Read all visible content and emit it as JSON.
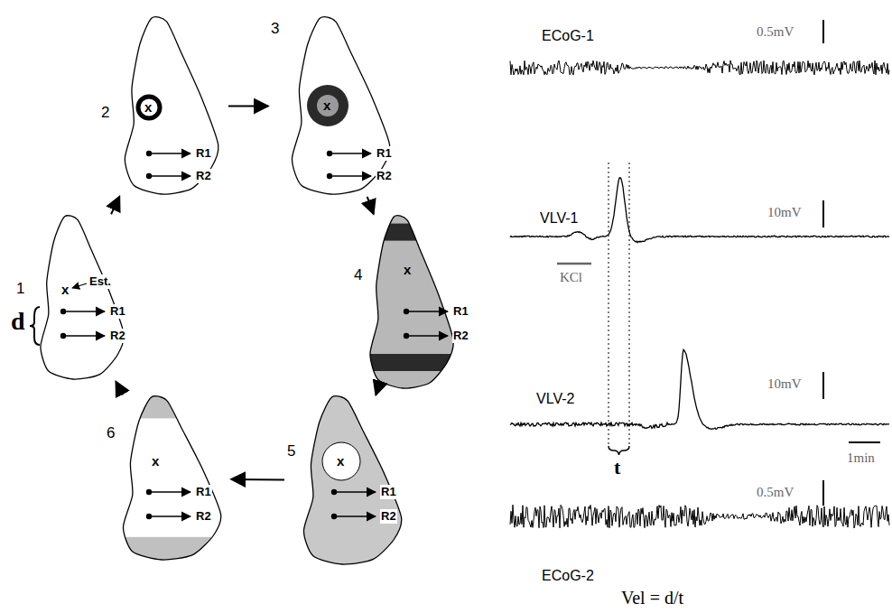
{
  "diagram": {
    "nodes": [
      {
        "text": [
          "1",
          "x"
        ]
      },
      {
        "text": [
          "2",
          "x"
        ]
      },
      {
        "text": [
          "3",
          "x"
        ]
      },
      {
        "text": [
          "4",
          "x"
        ]
      },
      {
        "text": [
          "5",
          "x"
        ]
      },
      {
        "text": [
          "6",
          "x"
        ]
      }
    ],
    "edges": [
      {
        "from": 0,
        "to": 1,
        "arrow": "to"
      },
      {
        "from": 1,
        "to": 2,
        "arrow": "to"
      },
      {
        "from": 2,
        "to": 3,
        "arrow": "to"
      },
      {
        "from": 3,
        "to": 4,
        "arrow": "to"
      },
      {
        "from": 4,
        "to": 5,
        "arrow": "to"
      },
      {
        "from": 5,
        "to": 0,
        "arrow": "to"
      }
    ],
    "labels": [
      "Est.",
      "d",
      "R1",
      "R2",
      "R1",
      "R2",
      "R1",
      "R2",
      "R1",
      "R2",
      "R1",
      "R2",
      "R1",
      "R2",
      "ECoG-1",
      "0.5mV",
      "VLV-1",
      "10mV",
      "KCl",
      "10mV",
      "1min",
      "VLV-2",
      "t",
      "0.5mV",
      "ECoG-2",
      "Vel = d/t"
    ]
  }
}
